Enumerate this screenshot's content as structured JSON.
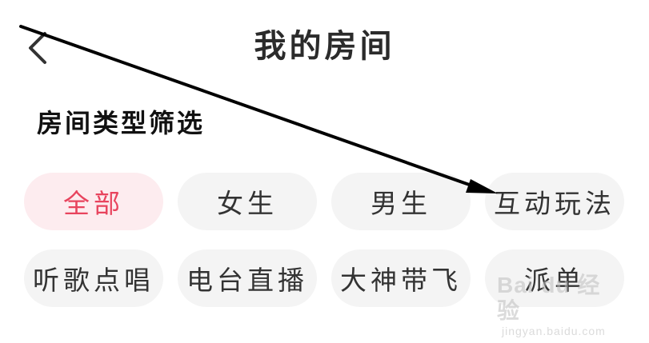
{
  "header": {
    "title": "我的房间",
    "back_icon": "chevron-left-icon"
  },
  "filter": {
    "section_title": "房间类型筛选",
    "options": [
      {
        "label": "全部",
        "selected": true
      },
      {
        "label": "女生",
        "selected": false
      },
      {
        "label": "男生",
        "selected": false
      },
      {
        "label": "互动玩法",
        "selected": false
      },
      {
        "label": "听歌点唱",
        "selected": false
      },
      {
        "label": "电台直播",
        "selected": false
      },
      {
        "label": "大神带飞",
        "selected": false
      },
      {
        "label": "派单",
        "selected": false
      }
    ]
  },
  "colors": {
    "accent": "#e8445e",
    "active_chip_bg": "#fdecef",
    "chip_bg": "#f4f4f4",
    "annotation_arrow": "#000000"
  },
  "watermark": {
    "brand": "Bai du 经验",
    "url": "jingyan.baidu.com"
  }
}
